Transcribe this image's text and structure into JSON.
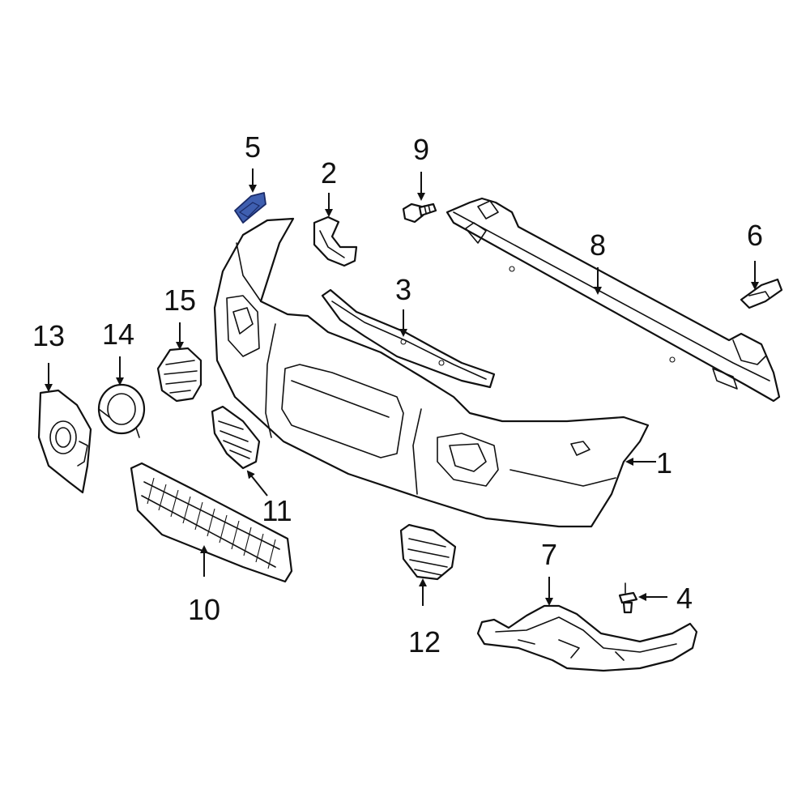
{
  "colors": {
    "highlight_fill": "#3f5fb0",
    "highlight_stroke": "#1a2a66",
    "line": "#111111",
    "background": "#ffffff"
  },
  "highlighted_part": "5",
  "callouts": [
    {
      "id": "c1",
      "label": "1"
    },
    {
      "id": "c2",
      "label": "2"
    },
    {
      "id": "c3",
      "label": "3"
    },
    {
      "id": "c4",
      "label": "4"
    },
    {
      "id": "c5",
      "label": "5"
    },
    {
      "id": "c6",
      "label": "6"
    },
    {
      "id": "c7",
      "label": "7"
    },
    {
      "id": "c8",
      "label": "8"
    },
    {
      "id": "c9",
      "label": "9"
    },
    {
      "id": "c10",
      "label": "10"
    },
    {
      "id": "c11",
      "label": "11"
    },
    {
      "id": "c12",
      "label": "12"
    },
    {
      "id": "c13",
      "label": "13"
    },
    {
      "id": "c14",
      "label": "14"
    },
    {
      "id": "c15",
      "label": "15"
    }
  ]
}
